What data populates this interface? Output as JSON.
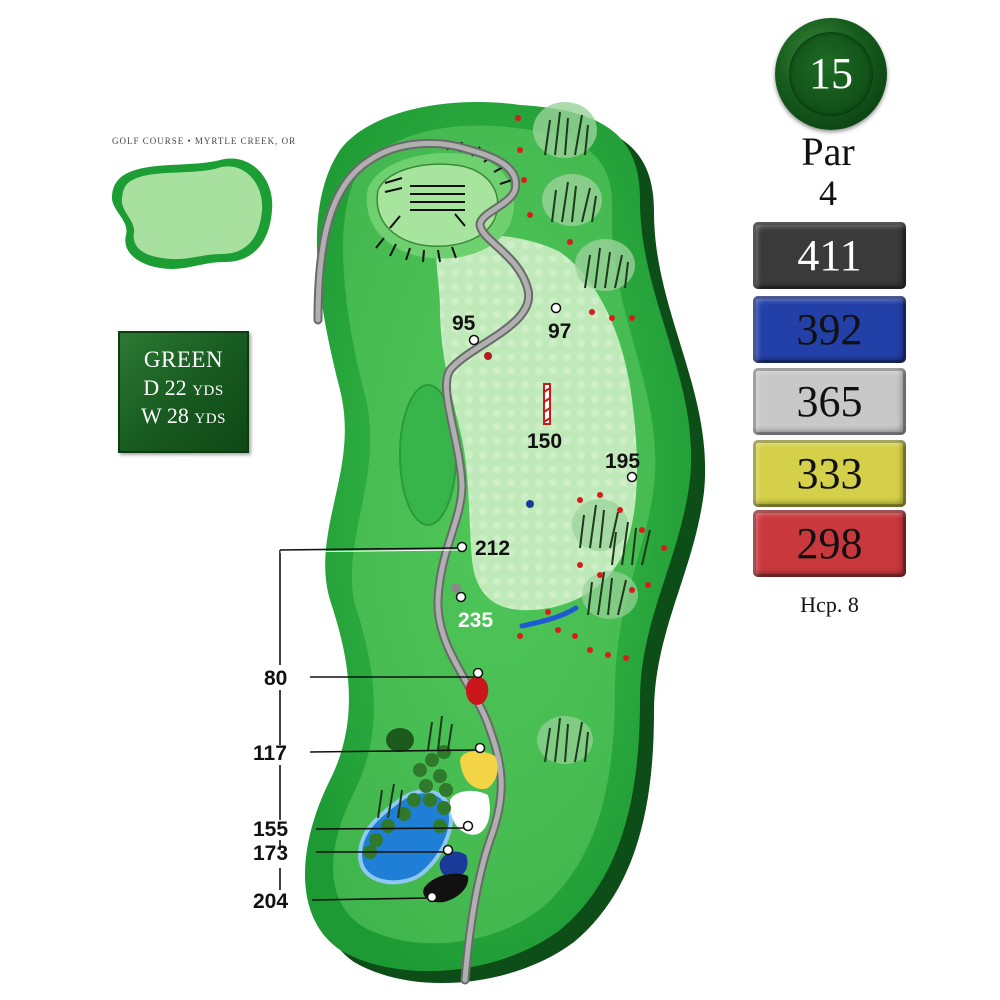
{
  "caption": "GOLF COURSE • MYRTLE CREEK, OR",
  "hole": {
    "number": "15",
    "par_label": "Par",
    "par_value": "4",
    "handicap": "Hcp. 8"
  },
  "green": {
    "title": "GREEN",
    "depth_prefix": "D 22",
    "width_prefix": "W 28",
    "unit": "YDS"
  },
  "tees": [
    {
      "yards": "411",
      "color": "#3a3a3a",
      "text_color": "#ffffff"
    },
    {
      "yards": "392",
      "color": "#2340a8",
      "text_color": "#111111"
    },
    {
      "yards": "365",
      "color": "#c8c8c8",
      "text_color": "#111111"
    },
    {
      "yards": "333",
      "color": "#d4d04a",
      "text_color": "#111111"
    },
    {
      "yards": "298",
      "color": "#c8383c",
      "text_color": "#111111"
    }
  ],
  "fairway_markers": {
    "m95": "95",
    "m97": "97",
    "m150": "150",
    "m195": "195",
    "m212": "212",
    "m235": "235"
  },
  "tee_distances": {
    "d80": "80",
    "d117": "117",
    "d155": "155",
    "d173": "173",
    "d204": "204"
  },
  "colors": {
    "rough": "#2bb140",
    "fairway": "#8fd98a",
    "green": "#a8e0a0",
    "water": "#1f7fd6",
    "path": "#8a8a8a"
  }
}
